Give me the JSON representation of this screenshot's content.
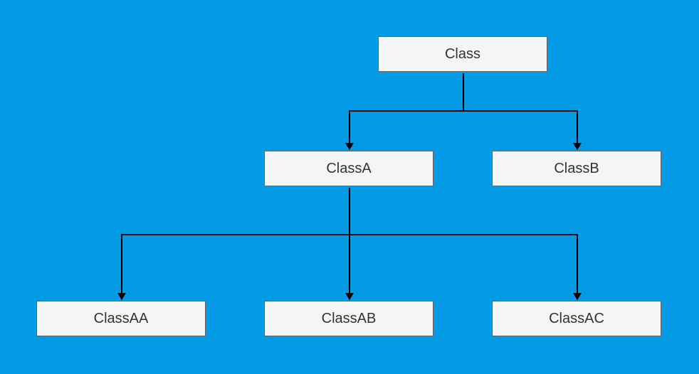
{
  "diagram": {
    "colors": {
      "background": "#039BE5",
      "node_fill": "#F5F5F5",
      "node_border": "#666666",
      "node_text": "#333333",
      "edge": "#000000"
    },
    "nodes": {
      "class": "Class",
      "classa": "ClassA",
      "classb": "ClassB",
      "classaa": "ClassAA",
      "classab": "ClassAB",
      "classac": "ClassAC"
    },
    "edges": [
      {
        "from": "Class",
        "to": "ClassA"
      },
      {
        "from": "Class",
        "to": "ClassB"
      },
      {
        "from": "ClassA",
        "to": "ClassAA"
      },
      {
        "from": "ClassA",
        "to": "ClassAB"
      },
      {
        "from": "ClassA",
        "to": "ClassAC"
      }
    ]
  }
}
